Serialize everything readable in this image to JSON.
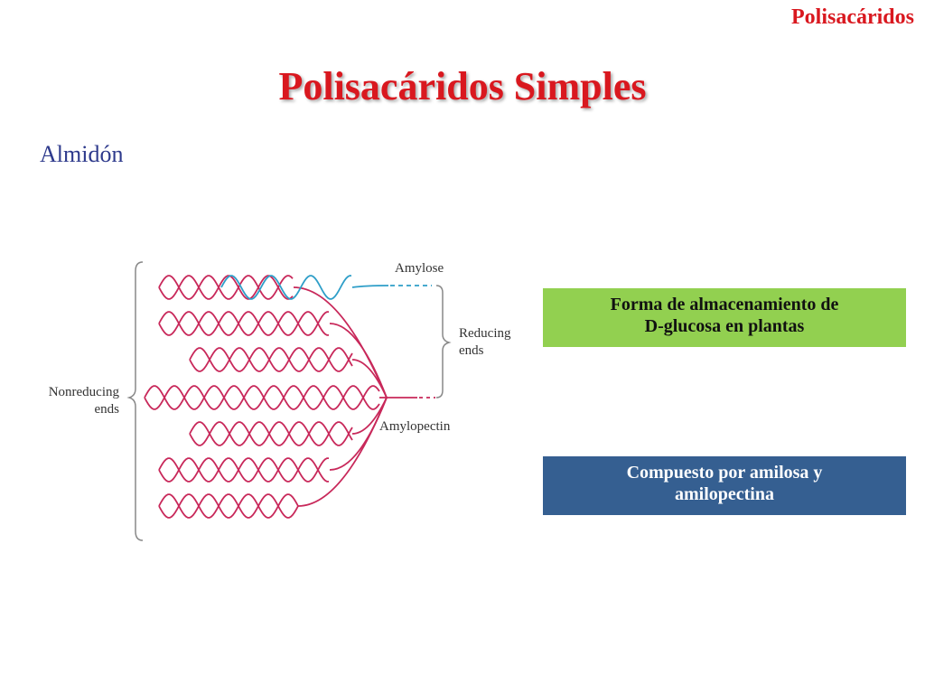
{
  "header": {
    "section": "Polisacáridos",
    "title": "Polisacáridos Simples"
  },
  "subtitle": "Almidón",
  "diagram": {
    "labels": {
      "amylose": "Amylose",
      "reducing": "Reducing",
      "ends": "ends",
      "nonreducing": "Nonreducing",
      "nonreducing_ends": "ends",
      "amylopectin": "Amylopectin"
    },
    "colors": {
      "amylose": "#2e9ec8",
      "amylopectin": "#c8285a",
      "brace": "#888888"
    }
  },
  "notes": {
    "green": {
      "line1": "Forma de almacenamiento de",
      "line2": "D-glucosa en plantas",
      "color": "#92d050"
    },
    "blue": {
      "line1": "Compuesto por amilosa y",
      "line2": "amilopectina",
      "color": "#355f91"
    }
  }
}
